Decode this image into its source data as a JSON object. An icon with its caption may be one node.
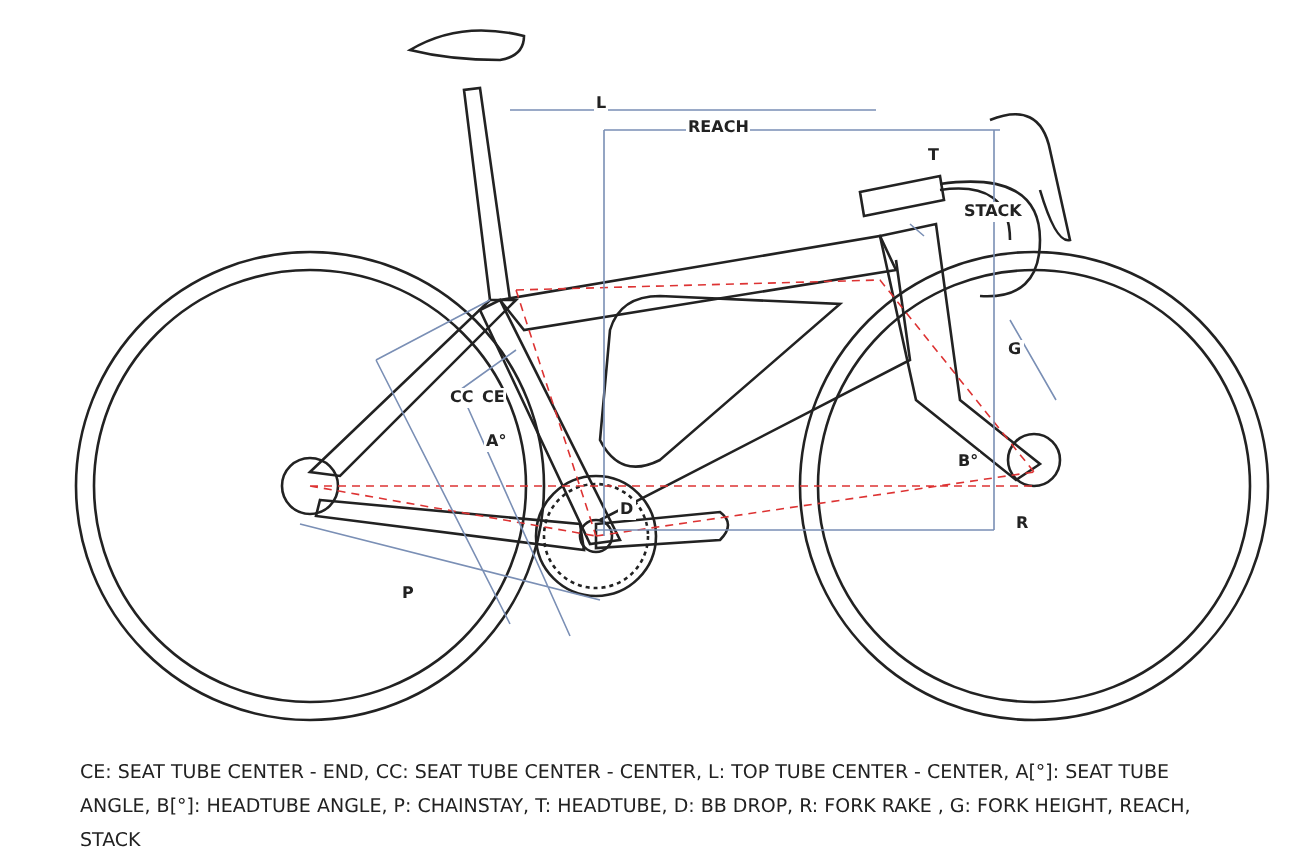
{
  "diagram": {
    "labels": [
      "L",
      "REACH",
      "T",
      "STACK",
      "CC",
      "CE",
      "G",
      "A°",
      "B°",
      "D",
      "R",
      "P"
    ],
    "caption": "CE: SEAT TUBE CENTER - END, CC: SEAT TUBE CENTER - CENTER, L: TOP TUBE CENTER - CENTER, A[°]: SEAT TUBE ANGLE, B[°]: HEADTUBE ANGLE, P: CHAINSTAY, T: HEADTUBE, D: BB DROP, R: FORK RAKE , G: FORK HEIGHT, REACH, STACK"
  }
}
